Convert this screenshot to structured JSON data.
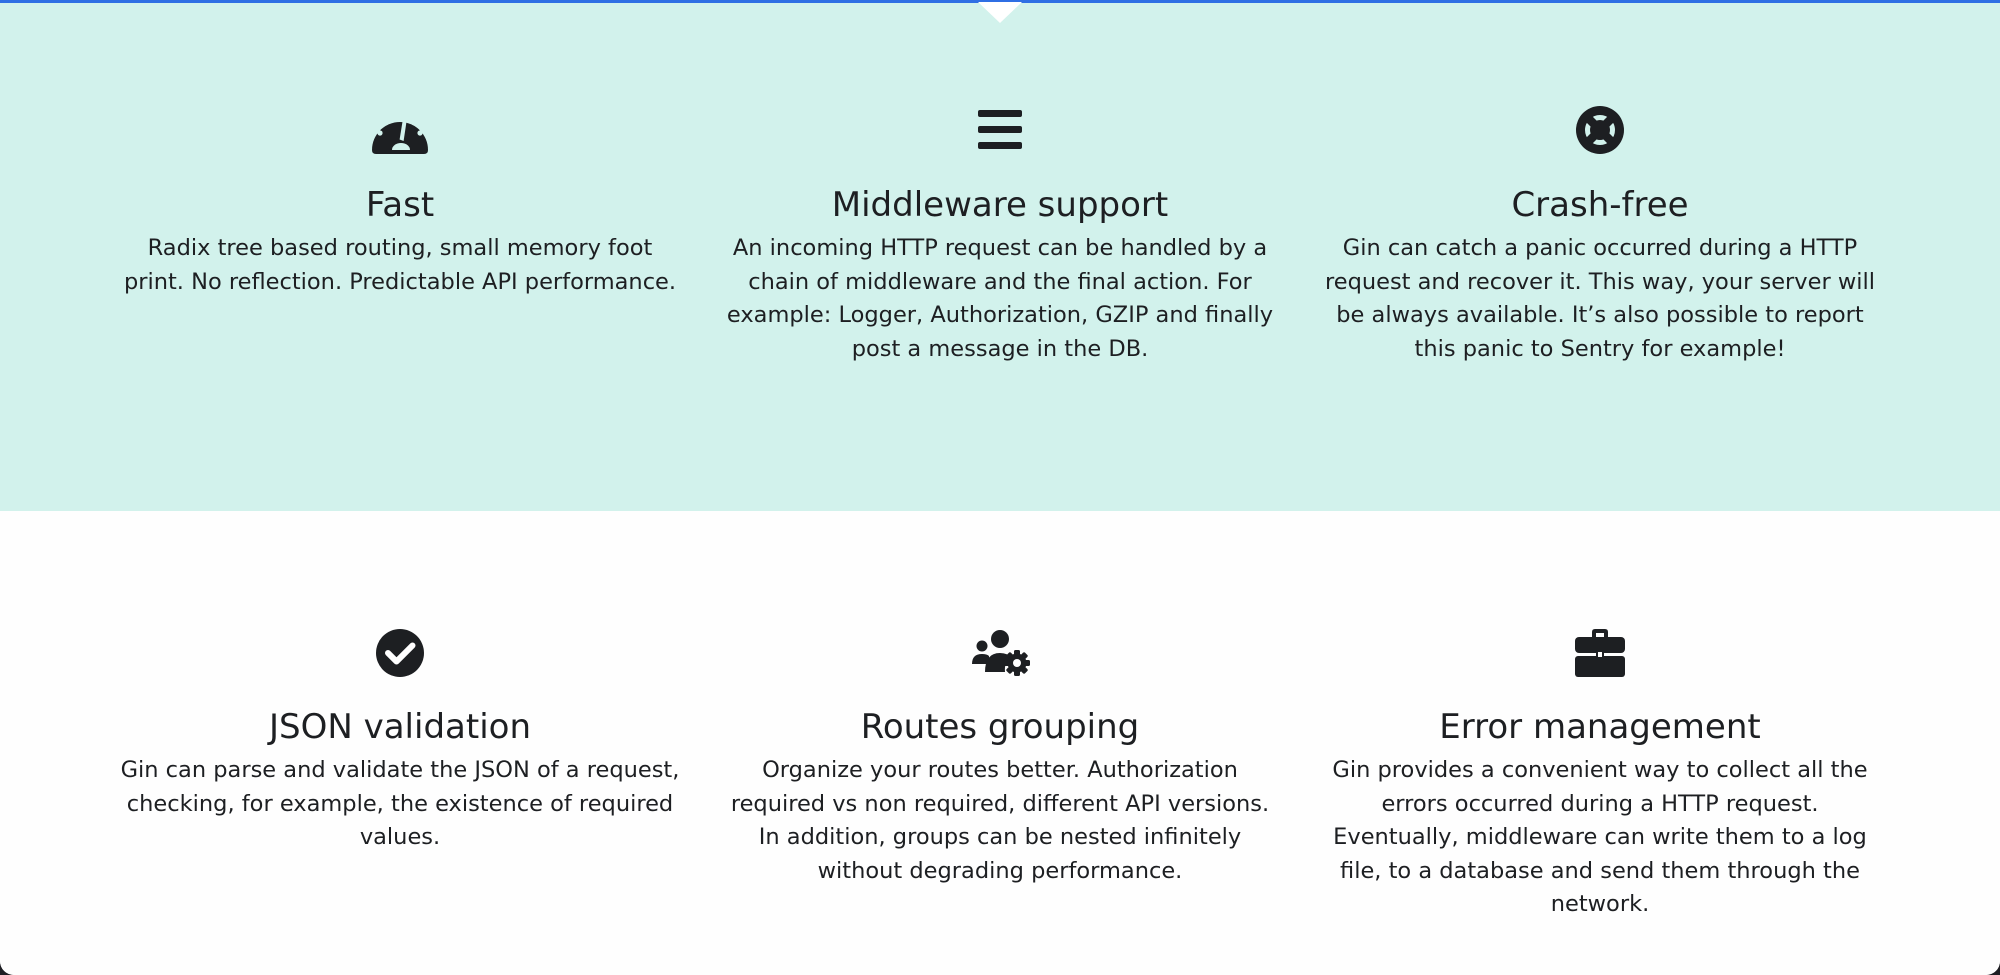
{
  "features": [
    {
      "icon": "speedometer-icon",
      "title": "Fast",
      "description": "Radix tree based routing, small memory foot print. No reflection. Predictable API performance."
    },
    {
      "icon": "bars-icon",
      "title": "Middleware support",
      "description": "An incoming HTTP request can be handled by a chain of middleware and the final action. For example: Logger, Authorization, GZIP and finally post a message in the DB."
    },
    {
      "icon": "life-ring-icon",
      "title": "Crash-free",
      "description": "Gin can catch a panic occurred during a HTTP request and recover it. This way, your server will be always available. It’s also possible to report this panic to Sentry for example!"
    },
    {
      "icon": "check-circle-icon",
      "title": "JSON validation",
      "description": "Gin can parse and validate the JSON of a request, checking, for example, the existence of required values."
    },
    {
      "icon": "users-cog-icon",
      "title": "Routes grouping",
      "description": "Organize your routes better. Authorization required vs non required, different API versions. In addition, groups can be nested infinitely without degrading performance."
    },
    {
      "icon": "briefcase-icon",
      "title": "Error management",
      "description": "Gin provides a convenient way to collect all the errors occurred during a HTTP request. Eventually, middleware can write them to a log file, to a database and send them through the network."
    }
  ],
  "colors": {
    "accent_line": "#2f6fe4",
    "top_band": "#d2f2ec",
    "bottom_band": "#fefefe",
    "text": "#1d1f22"
  }
}
